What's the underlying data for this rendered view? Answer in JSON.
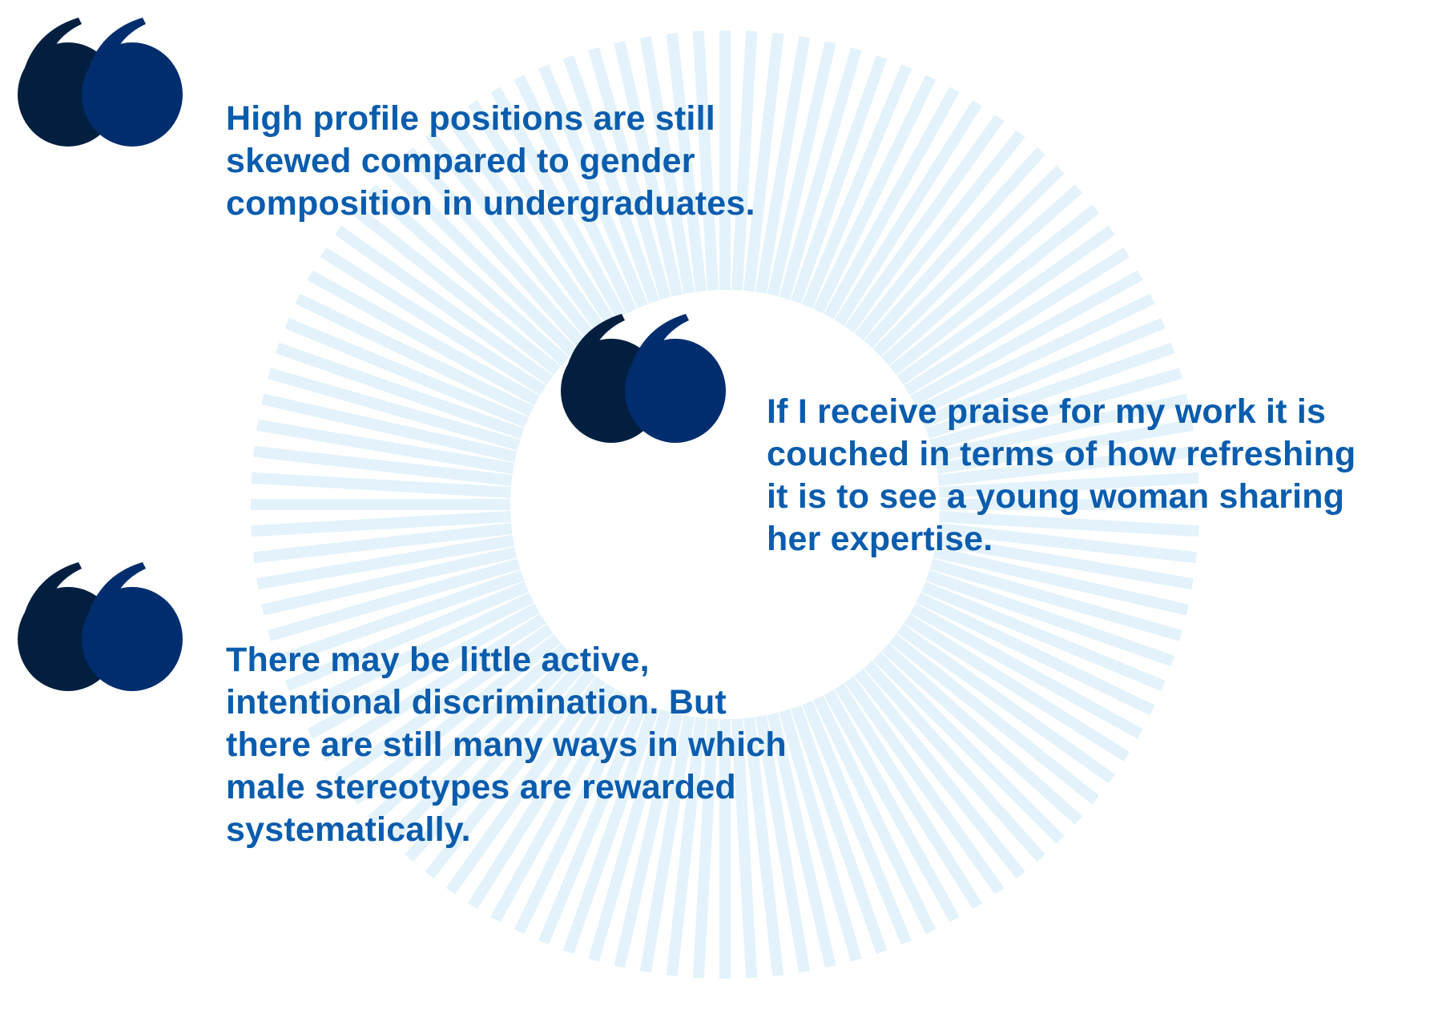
{
  "colors": {
    "text": "#0a5cad",
    "quote_dark": "#021f40",
    "quote_blue": "#002d6e",
    "rays": "#e3f2fb",
    "background": "#ffffff"
  },
  "decoration": {
    "icon": "sunburst-ring"
  },
  "quotes": [
    {
      "icon": "quotation-mark-icon",
      "text": "High profile positions are still\nskewed compared to gender\ncomposition in undergraduates."
    },
    {
      "icon": "quotation-mark-icon",
      "text": "If I receive praise for my work it is\ncouched in terms of how refreshing\nit is to see a young woman sharing\nher expertise."
    },
    {
      "icon": "quotation-mark-icon",
      "text": "There may be little active,\nintentional discrimination. But\nthere are still many ways in which\nmale stereotypes are rewarded\nsystematically."
    }
  ]
}
